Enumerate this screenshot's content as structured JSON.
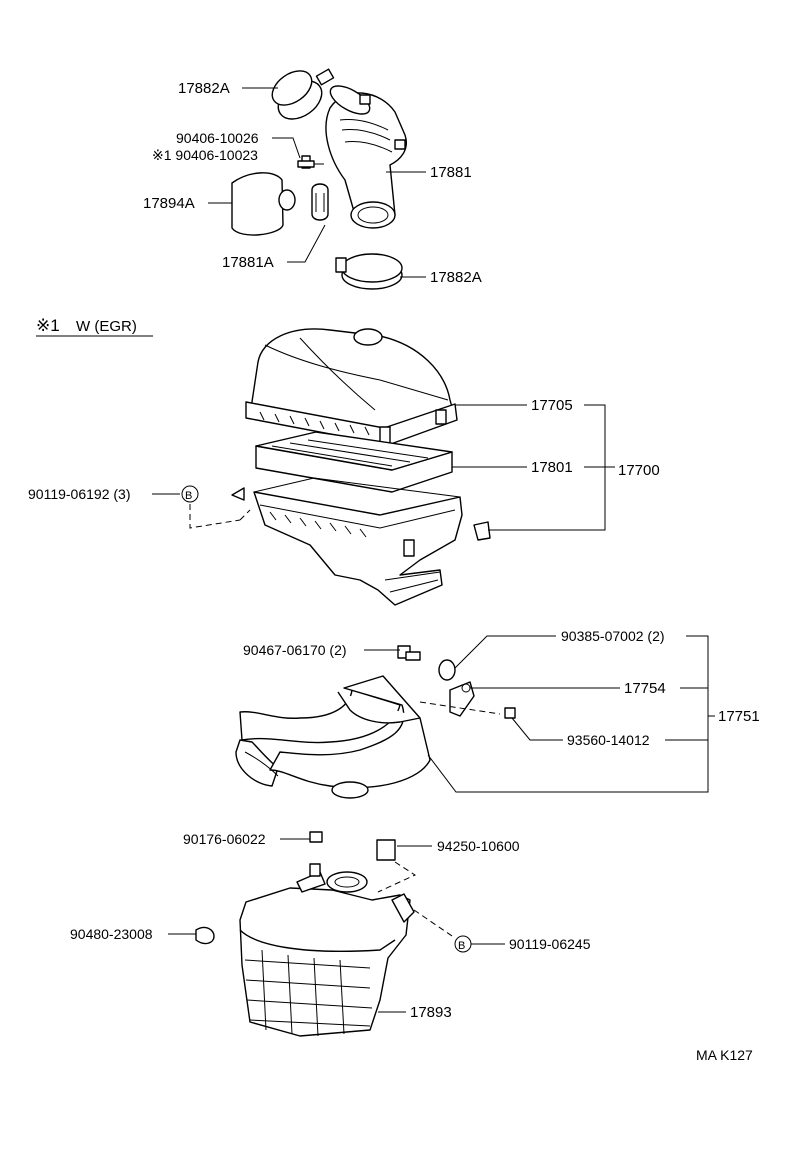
{
  "diagram": {
    "variant_note": {
      "mark": "※1",
      "text": "W (EGR)"
    },
    "footer_code": "MA K127",
    "callout_letter": "B",
    "labels": {
      "clamp_top": "17882A",
      "bolt_std": "90406-10026",
      "bolt_alt": "※1 90406-10023",
      "hose": "17881",
      "cap": "17894A",
      "clip": "17881A",
      "clamp_bottom": "17882A",
      "cleaner_cap": "17705",
      "element": "17801",
      "cleaner_assy": "17700",
      "clip_b": "90119-06192 (3)",
      "bolt_intake": "90467-06170 (2)",
      "grommet": "90385-07002 (2)",
      "bracket": "17754",
      "intake_assy": "17751",
      "screw": "93560-14012",
      "nut_top": "90176-06022",
      "clamp_res": "94250-10600",
      "plug": "90480-23008",
      "clip_b2": "90119-06245",
      "resonator": "17893"
    }
  }
}
